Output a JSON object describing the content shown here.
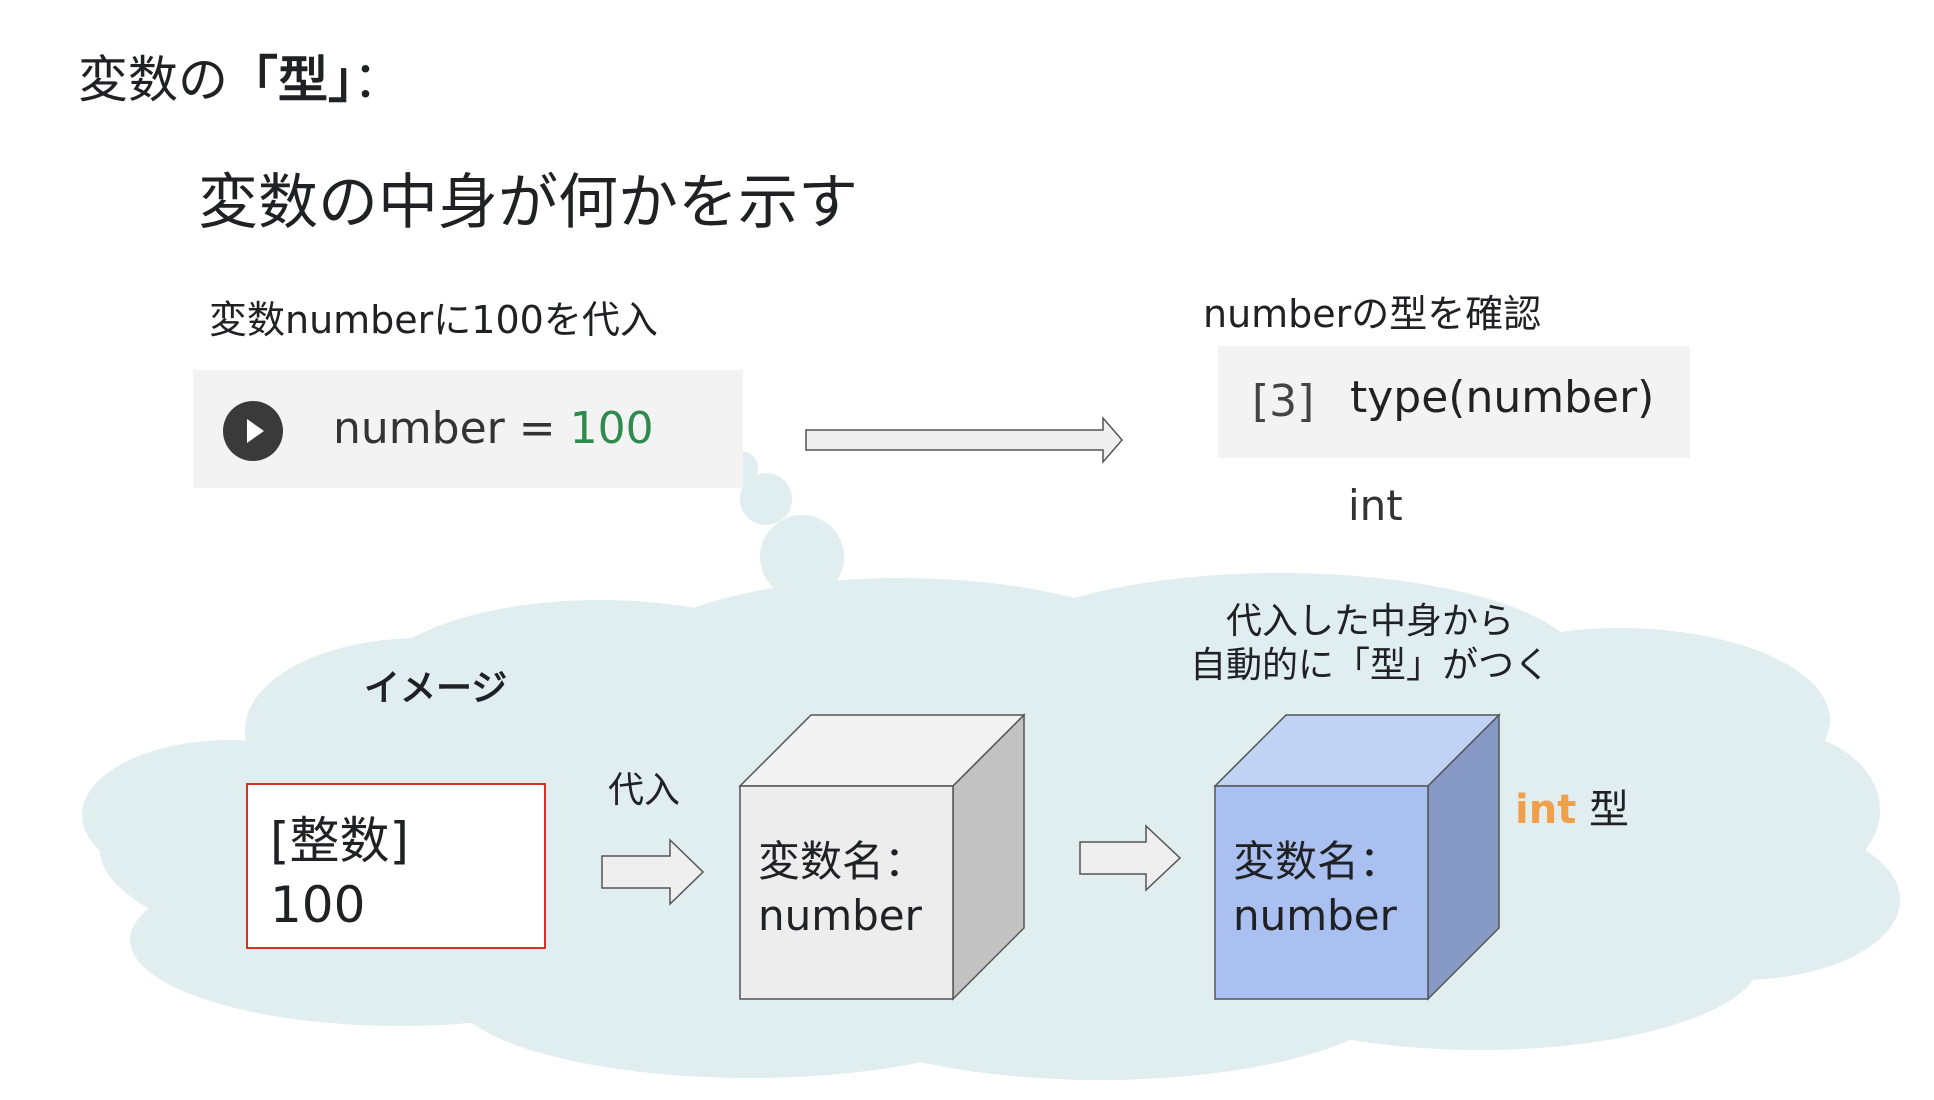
{
  "title_prefix": "変数の",
  "title_bold": "「型」",
  "title_suffix": "：",
  "subtitle": "変数の中身が何かを示す",
  "left_caption": "変数numberに100を代入",
  "right_caption": "numberの型を確認",
  "left_cell": {
    "code_var": "number = ",
    "code_value": "100"
  },
  "right_cell": {
    "prompt": "[3]",
    "code": "type(number)",
    "output": "int"
  },
  "image_label": "イメージ",
  "int_box": {
    "type_label": "[整数]",
    "value": "100"
  },
  "assign_label": "代入",
  "auto_type_note": {
    "line1": "代入した中身から",
    "line2": "自動的に「型」がつく"
  },
  "box1": {
    "label": "変数名：",
    "value": "number"
  },
  "box2": {
    "label": "変数名：",
    "value": "number"
  },
  "type_result": {
    "keyword": "int",
    "suffix": " 型"
  },
  "colors": {
    "cloud": "#e0eef0",
    "cell_bg": "#f3f3f3",
    "code_number": "#2f8a4e",
    "int_box_border": "#d93025",
    "box1_front": "#ededed",
    "box1_top": "#f3f3f3",
    "box1_side": "#c2c2c2",
    "box2_front": "#a9c0f0",
    "box2_top": "#c1d3f4",
    "box2_side": "#8599c4",
    "type_keyword": "#f0a04b"
  }
}
